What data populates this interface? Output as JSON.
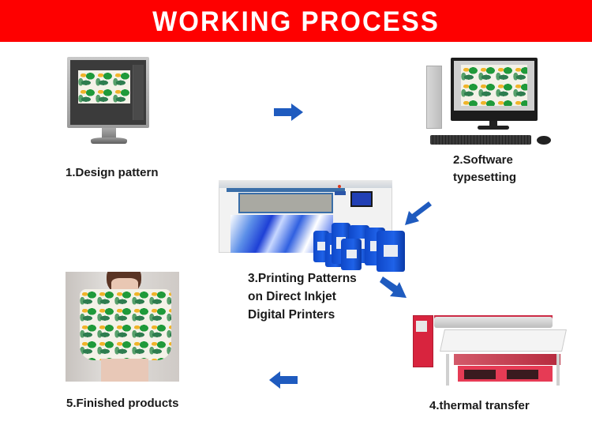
{
  "banner": {
    "title": "WORKING PROCESS",
    "background": "#fe0000",
    "text_color": "#ffffff"
  },
  "steps": [
    {
      "number": 1,
      "label": "1.Design pattern",
      "image": "monitor-with-tropical-pattern"
    },
    {
      "number": 2,
      "label_lines": [
        "2.Software",
        "typesetting"
      ],
      "image": "desktop-pc-with-pattern"
    },
    {
      "number": 3,
      "label_lines": [
        "3.Printing Patterns",
        "on Direct Inkjet",
        "Digital Printers"
      ],
      "image": "inkjet-printer-with-ink-jugs"
    },
    {
      "number": 4,
      "label": "4.thermal transfer",
      "image": "heat-press-machine"
    },
    {
      "number": 5,
      "label": "5.Finished products",
      "image": "tropical-print-dress"
    }
  ],
  "arrows": [
    {
      "from": 1,
      "to": 2,
      "direction": "right",
      "color": "#1f5bbf"
    },
    {
      "from": 2,
      "to": 3,
      "direction": "down-left",
      "color": "#1f5bbf"
    },
    {
      "from": 3,
      "to": 4,
      "direction": "down-right",
      "color": "#1f5bbf"
    },
    {
      "from": 4,
      "to": 5,
      "direction": "left",
      "color": "#1f5bbf"
    }
  ]
}
